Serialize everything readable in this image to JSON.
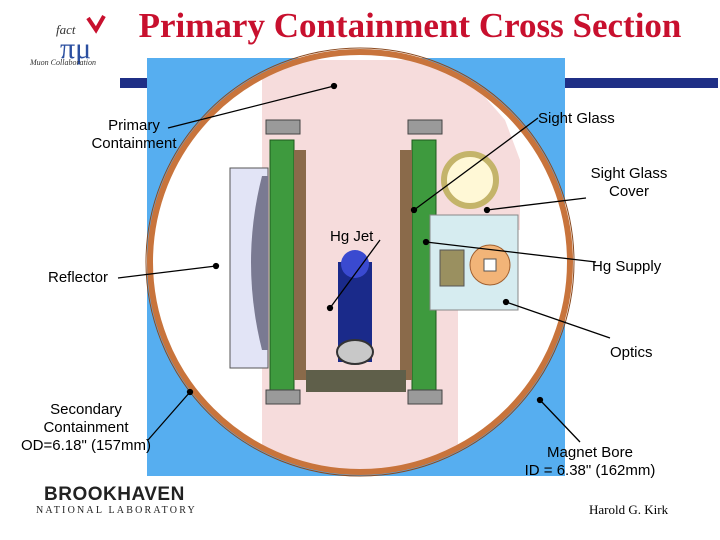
{
  "title": "Primary Containment Cross Section",
  "logo": {
    "letters_top": "fact",
    "letters_glyph": "πμ",
    "caption": "Muon Collaboration"
  },
  "labels": {
    "primary_containment": [
      "Primary",
      "Containment"
    ],
    "sight_glass": "Sight Glass",
    "sight_glass_cover": [
      "Sight Glass",
      "Cover"
    ],
    "hg_jet": "Hg Jet",
    "reflector": "Reflector",
    "hg_supply": "Hg Supply",
    "optics": "Optics",
    "secondary_containment": [
      "Secondary",
      "Containment",
      "OD=6.18\" (157mm)"
    ],
    "magnet_bore": [
      "Magnet Bore",
      "ID = 6.38\" (162mm)"
    ]
  },
  "footer": {
    "lab_line1": "BROOKHAVEN",
    "lab_line2": "NATIONAL LABORATORY",
    "author": "Harold G. Kirk"
  },
  "colors": {
    "title": "#c8102e",
    "rule": "#1f2f86",
    "bore_background": "#56aef0",
    "containment_ring": "#c8743c",
    "containment_fill": "#f6dcdc",
    "flange_green": "#3e9a3e",
    "jet_blue": "#1a2a8a",
    "reflector_fill": "#e2e4f6"
  }
}
